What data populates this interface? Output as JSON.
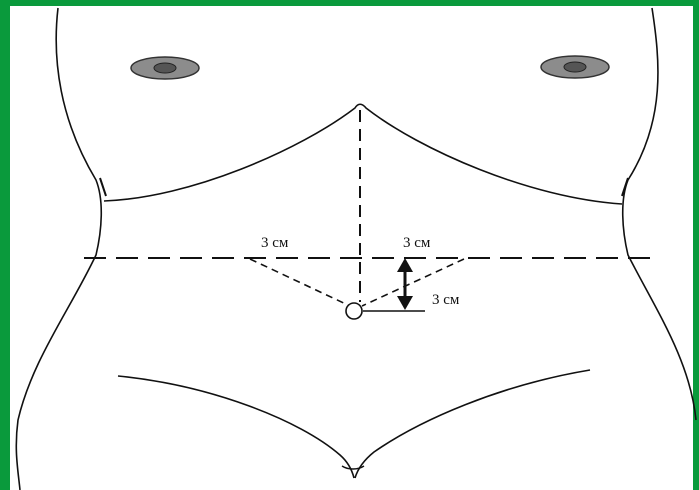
{
  "diagram": {
    "labels": {
      "left_distance": "3 см",
      "right_distance": "3 см",
      "vertical_distance": "3 см"
    },
    "colors": {
      "frame": "#0a9a3c",
      "line": "#111111",
      "nipple_outer": "#888888",
      "nipple_inner": "#555555"
    }
  }
}
